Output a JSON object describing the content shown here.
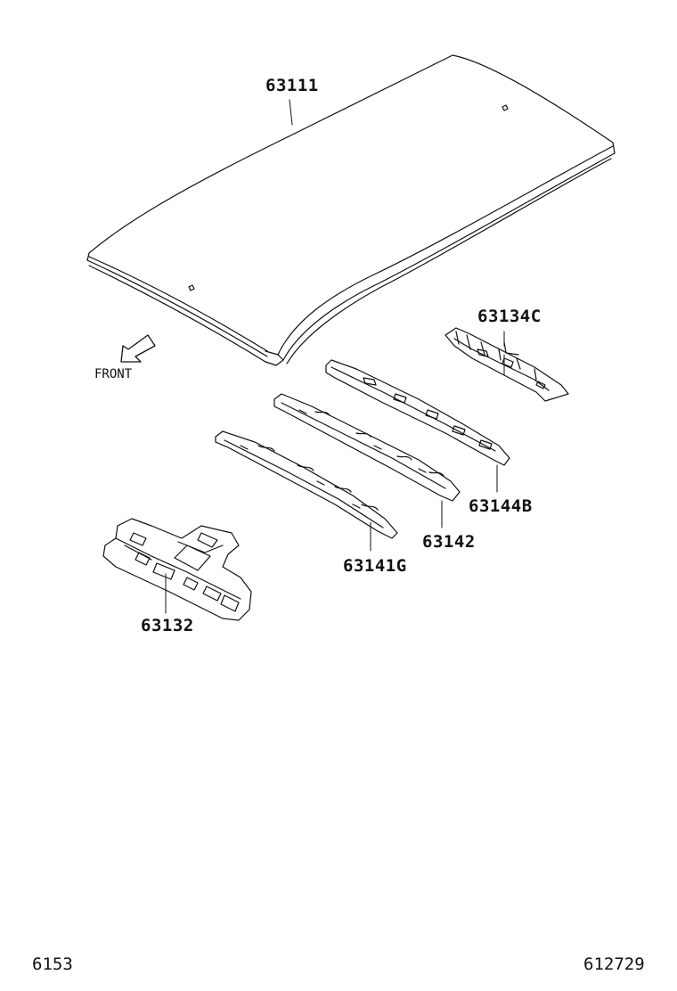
{
  "parts": {
    "roof_panel": "63111",
    "rear_header": "63134C",
    "bow_rear": "63144B",
    "bow_center": "63142",
    "bow_front": "63141G",
    "front_header": "63132"
  },
  "direction_label": "FRONT",
  "footer": {
    "left_code": "6153",
    "right_code": "612729"
  },
  "colors": {
    "line": "#111111",
    "background": "#ffffff"
  },
  "icons": {
    "direction": "front-arrow-icon"
  }
}
